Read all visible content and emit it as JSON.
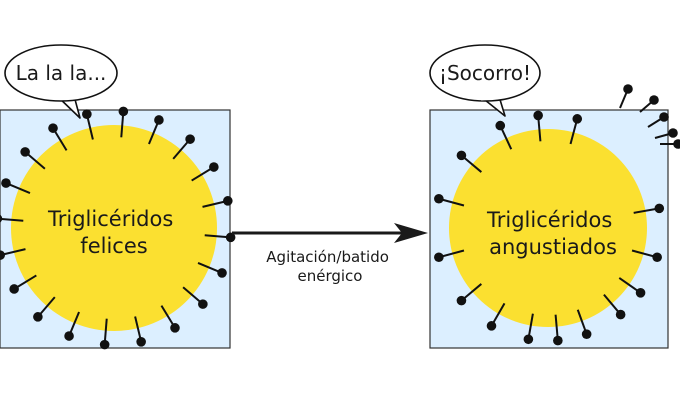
{
  "colors": {
    "panel_fill": "#dcefff",
    "panel_stroke": "#333333",
    "droplet": "#fbe030",
    "pin": "#111111",
    "arrow": "#1a1a1a"
  },
  "left_panel": {
    "bubble": "La la la...",
    "label_lines": [
      "Triglicéridos",
      "felices"
    ]
  },
  "right_panel": {
    "bubble": "¡Socorro!",
    "label_lines": [
      "Triglicéridos",
      "angustiados"
    ]
  },
  "arrow": {
    "label_lines": [
      "Agitación/batido",
      "enérgico"
    ]
  }
}
